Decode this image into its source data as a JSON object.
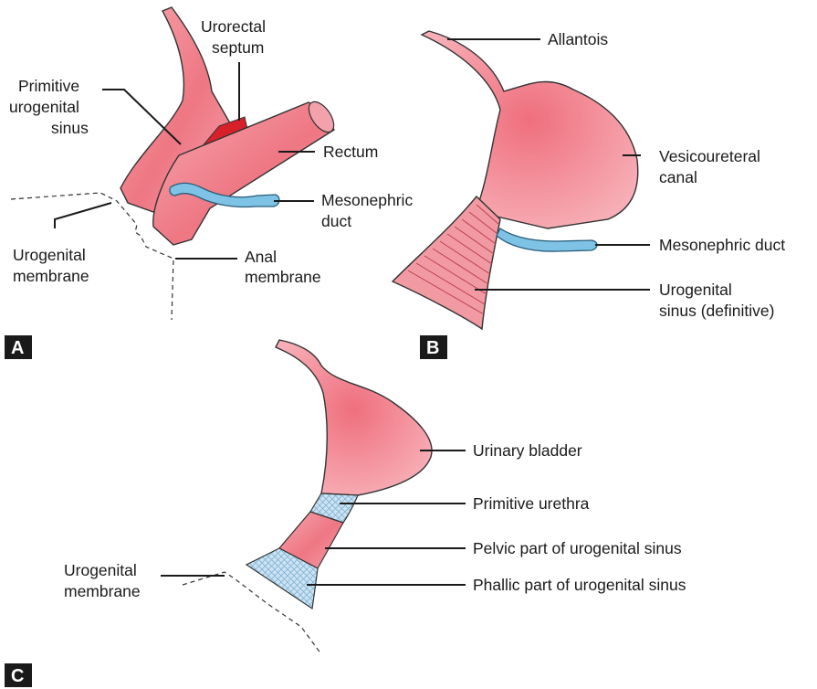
{
  "panels": {
    "a": {
      "letter": "A",
      "labels": {
        "urorectal_septum_1": "Urorectal",
        "urorectal_septum_2": "septum",
        "primitive_sinus_1": "Primitive",
        "primitive_sinus_2": "urogenital",
        "primitive_sinus_3": "sinus",
        "rectum": "Rectum",
        "mesonephric_1": "Mesonephric",
        "mesonephric_2": "duct",
        "urogenital_membrane_1": "Urogenital",
        "urogenital_membrane_2": "membrane",
        "anal_membrane_1": "Anal",
        "anal_membrane_2": "membrane"
      }
    },
    "b": {
      "letter": "B",
      "labels": {
        "allantois": "Allantois",
        "vesicoureteral_1": "Vesicoureteral",
        "vesicoureteral_2": "canal",
        "mesonephric": "Mesonephric duct",
        "ug_sinus_1": "Urogenital",
        "ug_sinus_2": "sinus (definitive)"
      }
    },
    "c": {
      "letter": "C",
      "labels": {
        "urinary_bladder": "Urinary bladder",
        "primitive_urethra": "Primitive urethra",
        "pelvic_part": "Pelvic part of urogenital sinus",
        "phallic_part": "Phallic part of urogenital sinus",
        "ug_membrane_1": "Urogenital",
        "ug_membrane_2": "membrane"
      }
    }
  },
  "colors": {
    "tissue": "#ef7f8b",
    "tissue_light": "#f9c2c7",
    "septum": "#d8202a",
    "duct": "#7ec3e6",
    "hatch": "#a9cde6",
    "letter_bg": "#1a1a1a"
  }
}
